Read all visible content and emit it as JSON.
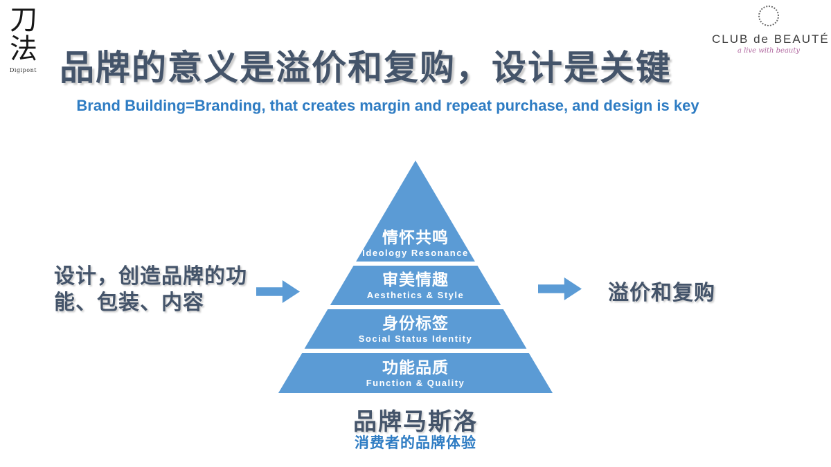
{
  "slide": {
    "title": "品牌的意义是溢价和复购，设计是关键",
    "subtitle": "Brand Building=Branding, that creates margin and repeat purchase, and design is key"
  },
  "logos": {
    "daofa_char_top": "刀",
    "daofa_char_bottom": "法",
    "daofa_caption": "Digipont",
    "club_name": "CLUB de BEAUTÉ",
    "club_tagline": "a live with beauty"
  },
  "left_callout": {
    "line1": "设计，创造品牌的功",
    "line2": "能、包装、内容"
  },
  "right_callout": "溢价和复购",
  "pyramid": {
    "tiers": [
      {
        "zh": "情怀共鸣",
        "en": "Ideology Resonance"
      },
      {
        "zh": "审美情趣",
        "en": "Aesthetics & Style"
      },
      {
        "zh": "身份标签",
        "en": "Social Status Identity"
      },
      {
        "zh": "功能品质",
        "en": "Function & Quality"
      }
    ],
    "caption": "品牌马斯洛",
    "subcaption": "消费者的品牌体验"
  },
  "colors": {
    "title_text": "#44546A",
    "accent_blue": "#2E7CC3",
    "pyramid_blue": "#5B9BD5",
    "logo_pink": "#B0679F"
  }
}
